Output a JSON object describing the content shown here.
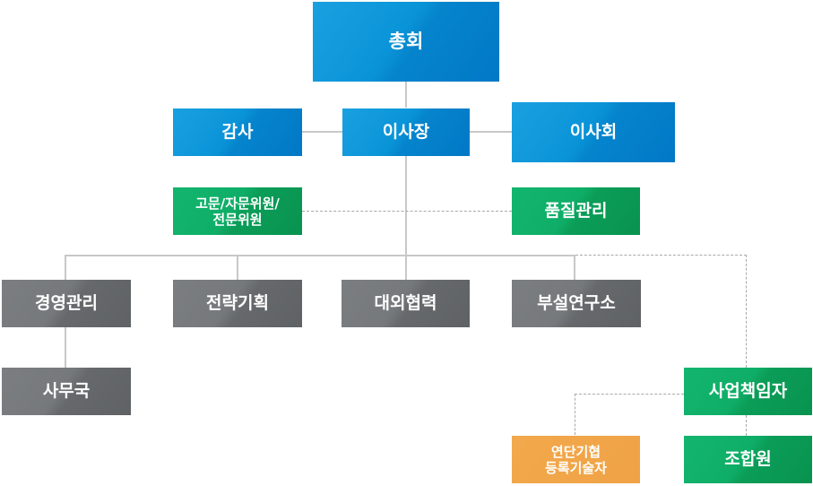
{
  "org_chart": {
    "top": {
      "label": "총회"
    },
    "row2": {
      "audit": {
        "label": "감사"
      },
      "chairman": {
        "label": "이사장"
      },
      "board": {
        "label": "이사회"
      }
    },
    "row3": {
      "advisors": {
        "line1": "고문/자문위원/",
        "line2": "전문위원"
      },
      "quality": {
        "label": "품질관리"
      }
    },
    "departments": [
      {
        "label": "경영관리"
      },
      {
        "label": "전략기획"
      },
      {
        "label": "대외협력"
      },
      {
        "label": "부설연구소"
      }
    ],
    "secretariat": {
      "label": "사무국"
    },
    "business_manager": {
      "label": "사업책임자"
    },
    "registered_engineers": {
      "line1": "연단기협",
      "line2": "등록기술자"
    },
    "members": {
      "label": "조합원"
    }
  },
  "colors": {
    "blue": "#0a8fd6",
    "gray": "#6e7173",
    "green": "#0fae68",
    "orange": "#f0a346",
    "line": "#c8c8c8"
  }
}
